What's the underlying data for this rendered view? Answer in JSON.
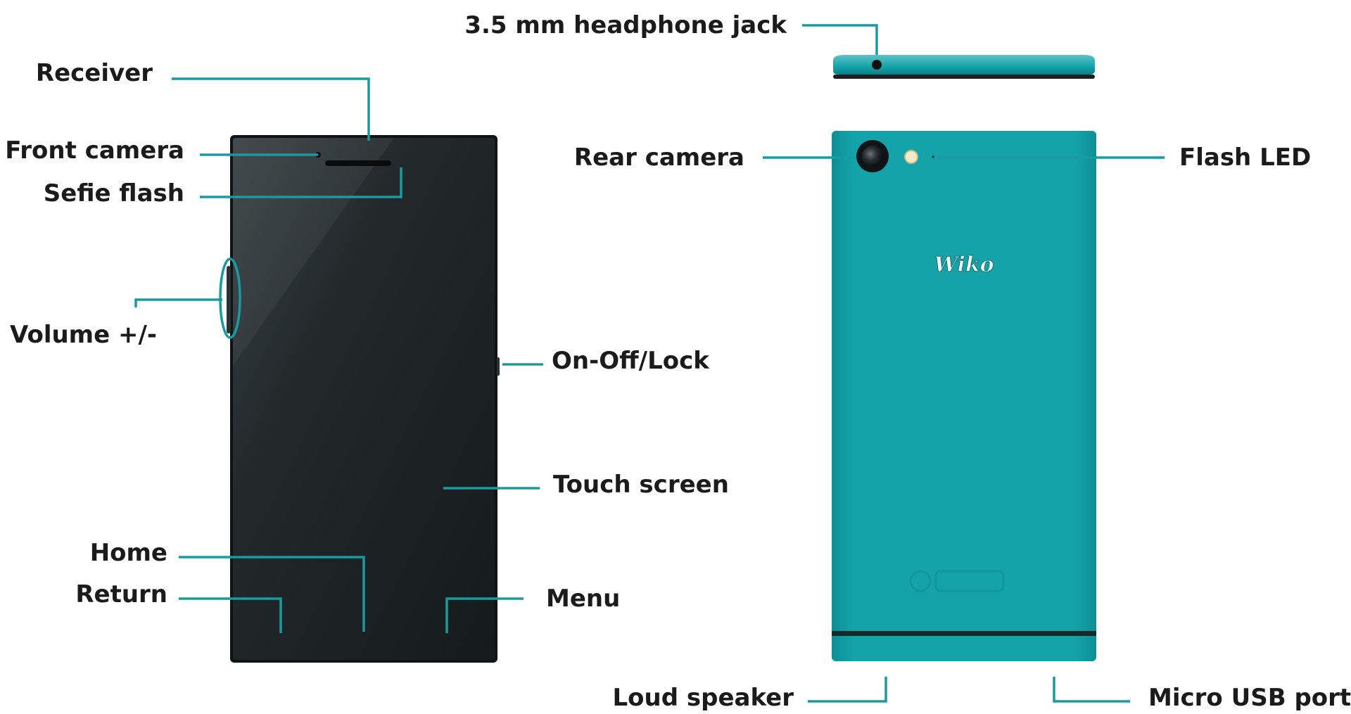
{
  "colors": {
    "accent": "#1a9aa0",
    "label": "#1b1b1b",
    "front_glass": "#1f2426",
    "back_body": "#12a0a6"
  },
  "back": {
    "logo_text": "Wiko"
  },
  "labels": {
    "headphone_jack": "3.5 mm headphone jack",
    "receiver": "Receiver",
    "front_camera": "Front camera",
    "selfie_flash": "Sefie flash",
    "volume": "Volume +/-",
    "on_off_lock": "On-Off/Lock",
    "touch_screen": "Touch screen",
    "home": "Home",
    "return": "Return",
    "menu": "Menu",
    "rear_camera": "Rear camera",
    "flash_led": "Flash LED",
    "loud_speaker": "Loud speaker",
    "micro_usb": "Micro USB port"
  }
}
